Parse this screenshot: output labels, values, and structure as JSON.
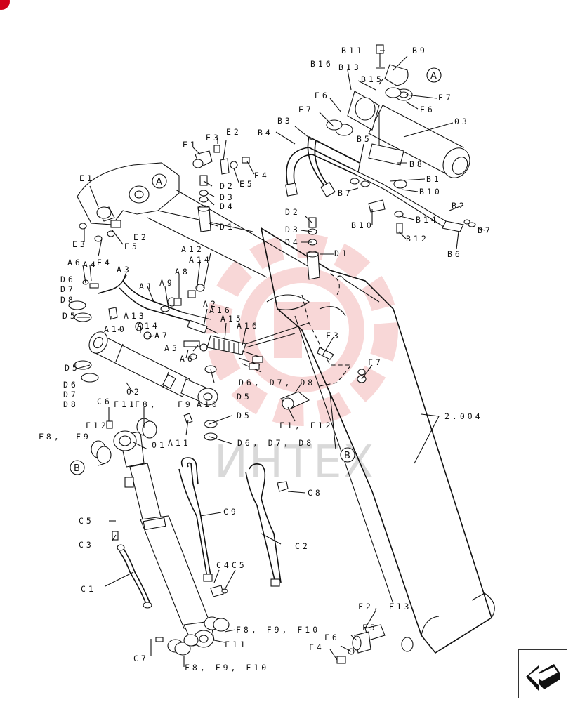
{
  "diagram": {
    "watermark": "ИНТЕХ",
    "ref_circles": [
      "A",
      "A",
      "B",
      "B"
    ],
    "labels": {
      "b11": "B11",
      "b9": "B9",
      "b16": "B16",
      "b13": "B13",
      "b15": "B15",
      "e6a": "E6",
      "e7a": "E7",
      "e6b": "E6",
      "e7b": "E7",
      "part03": "03",
      "b3": "B3",
      "b4": "B4",
      "b5": "B5",
      "b8": "B8",
      "b1": "B1",
      "b10a": "B10",
      "b7a": "B7",
      "b2": "B2",
      "b14": "B14",
      "b10b": "B10",
      "b7b": "B7",
      "b12": "B12",
      "b6": "B6",
      "e1a": "E1",
      "e3a": "E3",
      "e2a": "E2",
      "e4a": "E4",
      "e5a": "E5",
      "d2a": "D2",
      "d3a": "D3",
      "d4a": "D4",
      "d1a": "D1",
      "d2b": "D2",
      "d3b": "D3",
      "d4b": "D4",
      "d1b": "D1",
      "e1b": "E1",
      "e3b": "E3",
      "e2b": "E2",
      "e4b": "E4",
      "e5b": "E5",
      "a12": "A12",
      "a14a": "A14",
      "a6a": "A6",
      "a4": "A4",
      "a3": "A3",
      "a8": "A8",
      "d6a": "D6",
      "d7a": "D7",
      "a1": "A1",
      "a9": "A9",
      "d8a": "D8",
      "a2": "A2",
      "a16a": "A16",
      "a15": "A15",
      "a16b": "A16",
      "d5a": "D5",
      "a13": "A13",
      "a14b": "A14",
      "a10": "A10",
      "a7": "A7",
      "a5": "A5",
      "a6b": "A6",
      "f3": "F3",
      "f7": "F7",
      "d5b": "D5",
      "d6b": "D6",
      "d7b": "D7",
      "d8b": "D8",
      "part02": "02",
      "d6c": "D6, D7, D8",
      "d5c": "D5",
      "f1f12": "F1, F12",
      "c6": "C6",
      "f11a": "F11",
      "f8a": "F8,",
      "f9a": "F9",
      "a10b": "A10",
      "d5d": "D5",
      "f12": "F12",
      "f8b": "F8,",
      "f9b": "F9",
      "part01": "01",
      "a11": "A11",
      "d6d": "D6, D7, D8",
      "part2004": "2.004",
      "c8": "C8",
      "c9": "C9",
      "c5": "C5",
      "c3": "C3",
      "c2": "C2",
      "c4c5": "C4C5",
      "c1": "C1",
      "f2f13": "F2, F13",
      "f8f9f10a": "F8, F9, F10",
      "f11b": "F11",
      "c7": "C7",
      "f8f9f10b": "F8, F9, F10",
      "f5": "F5",
      "f6": "F6",
      "f4": "F4"
    }
  },
  "navigation": {
    "icon": "return-arrow-icon"
  },
  "colors": {
    "line": "#111111",
    "watermark_gear": "#f3b8b8",
    "badge": "#d0021b"
  }
}
